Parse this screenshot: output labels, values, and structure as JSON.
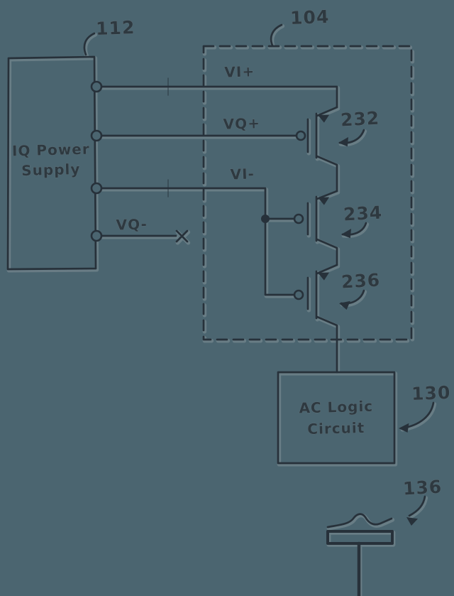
{
  "figure": {
    "type": "patent-style circuit schematic",
    "bg_color": "#4b6570",
    "ink_color": "#27313a",
    "refs": {
      "power_supply": "112",
      "dashed_block": "104",
      "transistor_top": "232",
      "transistor_mid": "234",
      "transistor_bot": "236",
      "logic_block": "130",
      "antenna": "136"
    },
    "power_supply": {
      "line1": "IQ Power",
      "line2": "Supply"
    },
    "logic": {
      "line1": "AC Logic",
      "line2": "Circuit"
    },
    "signals": {
      "vip": "VI+",
      "vqp": "VQ+",
      "vim": "VI-",
      "vqm": "VQ-"
    }
  }
}
